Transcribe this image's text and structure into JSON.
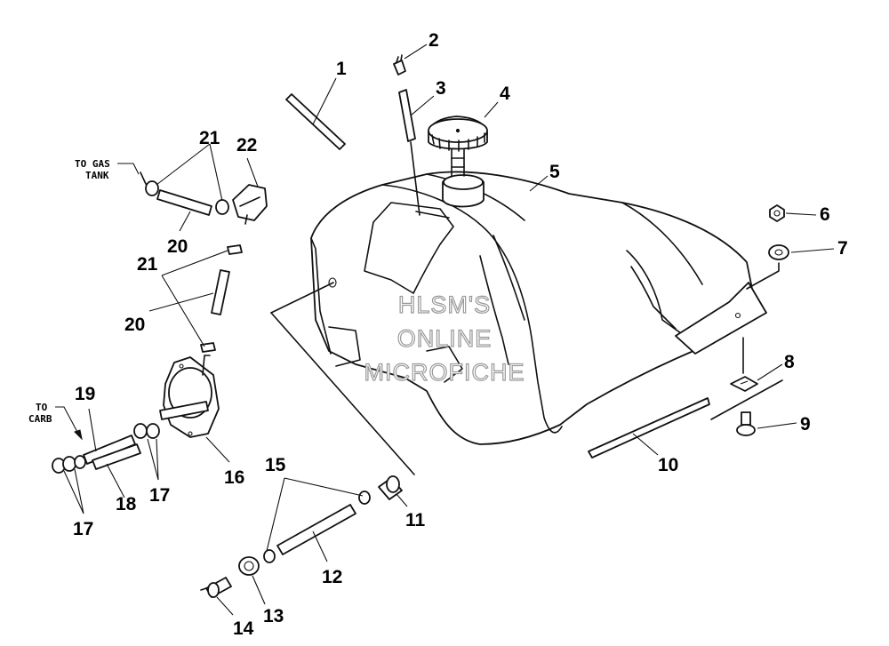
{
  "watermark": [
    "HLSM'S",
    "ONLINE",
    "MICROFICHE"
  ],
  "notes": {
    "to_gas_tank": [
      "TO GAS",
      "TANK"
    ],
    "to_carb": [
      "TO",
      "CARB"
    ]
  },
  "callouts": [
    {
      "id": "c1",
      "label": "1"
    },
    {
      "id": "c2",
      "label": "2"
    },
    {
      "id": "c3",
      "label": "3"
    },
    {
      "id": "c4",
      "label": "4"
    },
    {
      "id": "c5",
      "label": "5"
    },
    {
      "id": "c6",
      "label": "6"
    },
    {
      "id": "c7",
      "label": "7"
    },
    {
      "id": "c8",
      "label": "8"
    },
    {
      "id": "c9",
      "label": "9"
    },
    {
      "id": "c10",
      "label": "10"
    },
    {
      "id": "c11",
      "label": "11"
    },
    {
      "id": "c12",
      "label": "12"
    },
    {
      "id": "c13",
      "label": "13"
    },
    {
      "id": "c14",
      "label": "14"
    },
    {
      "id": "c15",
      "label": "15"
    },
    {
      "id": "c16",
      "label": "16"
    },
    {
      "id": "c17a",
      "label": "17"
    },
    {
      "id": "c17b",
      "label": "17"
    },
    {
      "id": "c18",
      "label": "18"
    },
    {
      "id": "c19",
      "label": "19"
    },
    {
      "id": "c20a",
      "label": "20"
    },
    {
      "id": "c20b",
      "label": "20"
    },
    {
      "id": "c21a",
      "label": "21"
    },
    {
      "id": "c21b",
      "label": "21"
    },
    {
      "id": "c22",
      "label": "22"
    }
  ]
}
